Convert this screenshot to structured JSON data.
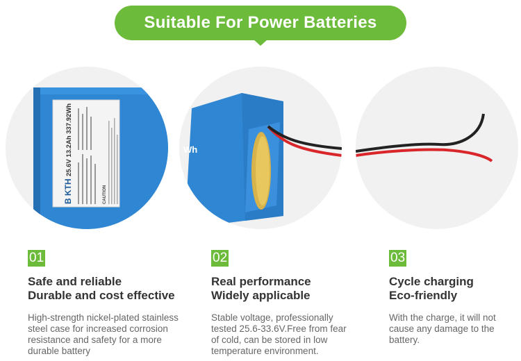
{
  "banner": {
    "title": "Suitable For Power Batteries"
  },
  "battery_label": {
    "brand": "B KTH",
    "spec": "25.6V 13.2Ah 337.92Wh",
    "caution": "CAUTION",
    "side_text": "Wh"
  },
  "features": [
    {
      "number": "01",
      "title_line1": "Safe and reliable",
      "title_line2": "Durable and cost effective",
      "description": "High-strength nickel-plated stainless steel case for increased corrosion resistance and safety for a more durable battery"
    },
    {
      "number": "02",
      "title_line1": "Real performance",
      "title_line2": "Widely applicable",
      "description": "Stable voltage, professionally tested 25.6-33.6V.Free from fear of cold, can be stored in low temperature environment."
    },
    {
      "number": "03",
      "title_line1": "Cycle charging",
      "title_line2": "Eco-friendly",
      "description": "With the charge, it will not cause any damage to the battery."
    }
  ],
  "colors": {
    "accent": "#6dbb3a",
    "battery_blue": "#2f86d3",
    "wire_red": "#d9262b",
    "wire_black": "#222222"
  }
}
